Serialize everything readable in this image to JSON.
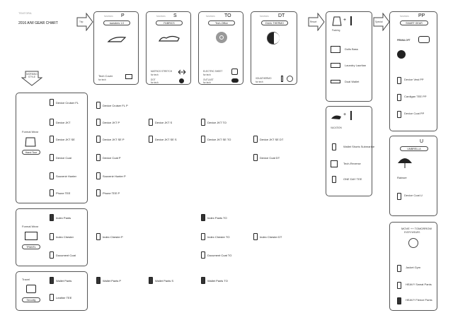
{
  "header": {
    "brand": "TEATORA",
    "title": "2016 A/W  GEAR CHART"
  },
  "flow": {
    "trip": "Trip",
    "resort": "Resort",
    "special": "Special"
  },
  "topCards": [
    {
      "code": "P",
      "prefix": "functions",
      "pill": "sweaters 1.0",
      "items": [
        {
          "n": "Tech Cover",
          "s": "for tech"
        }
      ]
    },
    {
      "code": "S",
      "prefix": "functions",
      "pill": "FABRICS",
      "items": [
        {
          "n": "MATRICS STRETCH",
          "s": "for tech"
        },
        {
          "n": "DOT",
          "s": "for tech"
        }
      ]
    },
    {
      "code": "TO",
      "prefix": "functions",
      "pill": "Tech-Office",
      "items": [
        {
          "n": "ELECTRIC SHEET",
          "s": "for tech"
        },
        {
          "n": "OUTLAST",
          "s": "for tech"
        }
      ]
    },
    {
      "code": "DT",
      "prefix": "functions",
      "pill": "DUAL THERMO",
      "items": [
        {
          "n": "XDUATHERMO",
          "s": "for tech"
        }
      ]
    }
  ],
  "resortBox": {
    "label": "Packing",
    "items": [
      "Dolls Bass",
      "Laundry Lauritan",
      "Dual Wallet"
    ]
  },
  "vacationBox": {
    "label": "VACATION",
    "items": [
      "Wallet Shorts Submarine",
      "Tech-Reverse",
      "ONE DAY TEE"
    ]
  },
  "specialPP": {
    "code": "PP",
    "prefix": "functions",
    "pill": "SMART GEAR",
    "brandText": "PRIMALOFT",
    "items": [
      "Device Vest PP",
      "Cardigan TEE PP",
      "Device Coat PP"
    ]
  },
  "specialU": {
    "code": "U",
    "pill": "UMBRELLA",
    "label": "Rainser",
    "item": "Device Coat U"
  },
  "moveBox": {
    "title": "MOVE ++ TOMORROW",
    "subtitle": "EVERYWEARS",
    "items": [
      "Jacket Gym",
      "HEAVY Sweat Pants",
      "HEAVY Fleece Pants"
    ]
  },
  "morning": {
    "label": "MORNING STYLE"
  },
  "groups": [
    {
      "name": "Formal Wear",
      "pill": "Hand Tour"
    },
    {
      "name": "Formal Wear",
      "pill": "TRAVEL"
    },
    {
      "name": "Travel",
      "pill": "Security"
    }
  ],
  "col1": [
    "Device Cruiser FL",
    "Device JKT",
    "Device JKT SE",
    "Device Coat",
    "Souvenir Hunter",
    "Phone TEE",
    "Index Pants",
    "Index Chester",
    "Document Coat",
    "Wallet Pants",
    "Leather TEE"
  ],
  "colP": [
    "Device Cruiser FL P",
    "Device JKT P",
    "Device JKT SE P",
    "Device Coat P",
    "Souvenir Hunter P",
    "Phone TEE P",
    "Index Chester P",
    "Wallet Pants P"
  ],
  "colS": [
    "Device JKT S",
    "Device JKT SE S",
    "Wallet Pants S"
  ],
  "colTO": [
    "Device JKT TO",
    "Device JKT SE TO",
    "Index Pants TO",
    "Index Chester TO",
    "Document Coat TO",
    "Wallet Pants TO"
  ],
  "colDT": [
    "Device JKT SE DT",
    "Device Coat DT",
    "Index Chester DT"
  ]
}
